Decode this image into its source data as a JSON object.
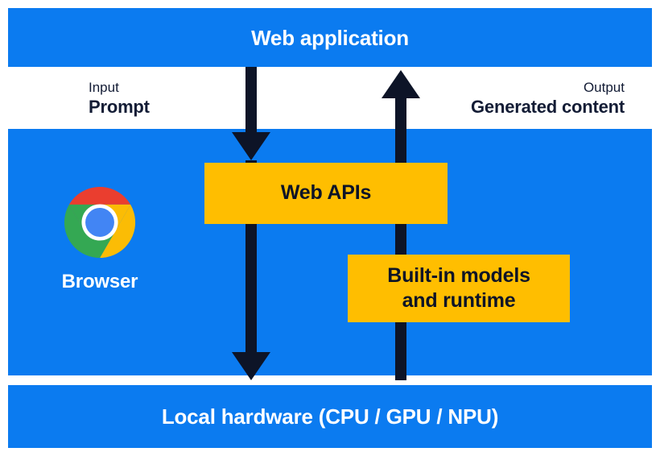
{
  "colors": {
    "band_blue": "#0b7bf0",
    "box_yellow": "#ffbe00",
    "arrow_navy": "#0d1427",
    "text_dark": "#131c35",
    "text_light": "#ffffff",
    "chrome_red": "#ea3e2f",
    "chrome_yellow": "#fbbc05",
    "chrome_green": "#34a853",
    "chrome_blue": "#4285f4",
    "chrome_ring": "#ffffff"
  },
  "bands": {
    "web_application": {
      "label": "Web application"
    },
    "browser": {
      "label": "Browser"
    },
    "local_hardware": {
      "label": "Local hardware (CPU / GPU / NPU)"
    }
  },
  "io": {
    "input": {
      "kind": "Input",
      "value": "Prompt"
    },
    "output": {
      "kind": "Output",
      "value": "Generated content"
    }
  },
  "boxes": {
    "web_apis": {
      "label": "Web APIs"
    },
    "builtin_models": {
      "line1": "Built-in models",
      "line2": "and runtime"
    }
  },
  "icons": {
    "chrome": "chrome-logo-icon",
    "arrow_down": "arrow-down-icon",
    "arrow_up": "arrow-up-icon"
  }
}
